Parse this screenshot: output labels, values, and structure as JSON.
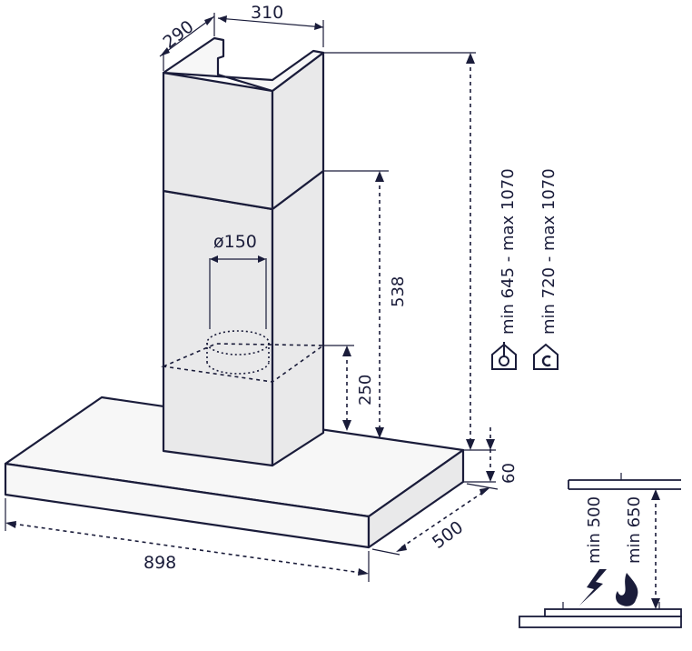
{
  "dimensions": {
    "chimney_depth": "290",
    "chimney_width": "310",
    "duct_diameter": "ø150",
    "upper_duct_height": "538",
    "lower_duct_height": "250",
    "canopy_width": "898",
    "canopy_depth": "500",
    "canopy_height": "60",
    "range_extraction": "min 645 - max 1070",
    "range_recirculation": "min 720 - max 1070"
  },
  "clearance": {
    "electric": "min 500",
    "gas": "min 650"
  },
  "icons": {
    "extraction": "house-outlet-icon",
    "recirculation": "house-recirculation-icon",
    "electric": "lightning-icon",
    "gas": "flame-icon"
  },
  "colors": {
    "line": "#1a1c3a",
    "fill_side": "#e9e9ea",
    "fill_front": "#f7f7f7"
  }
}
